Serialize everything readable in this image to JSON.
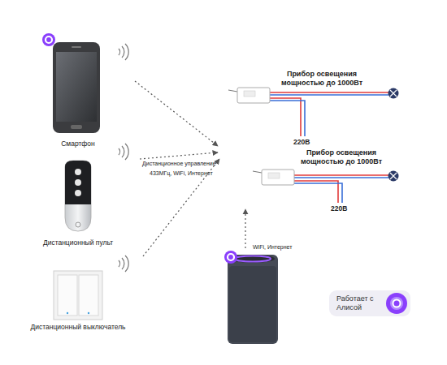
{
  "diagram": {
    "nodes": [
      {
        "text": [
          "Смартфон"
        ]
      },
      {
        "text": [
          "Дистанционный пульт"
        ]
      },
      {
        "text": [
          "Дистанционный выключатель"
        ]
      },
      {
        "text": [
          "Прибор освещения мощностью до 1000Вт"
        ]
      },
      {
        "text": [
          "Прибор освещения мощностью до 1000Вт"
        ]
      },
      {
        "text": [
          "Работает с Алисой"
        ]
      }
    ],
    "labels": [
      "Дистанционное управление",
      "433МГц, WiFi, Интернет",
      "220В",
      "220В",
      "WiFi, Интернет"
    ]
  }
}
